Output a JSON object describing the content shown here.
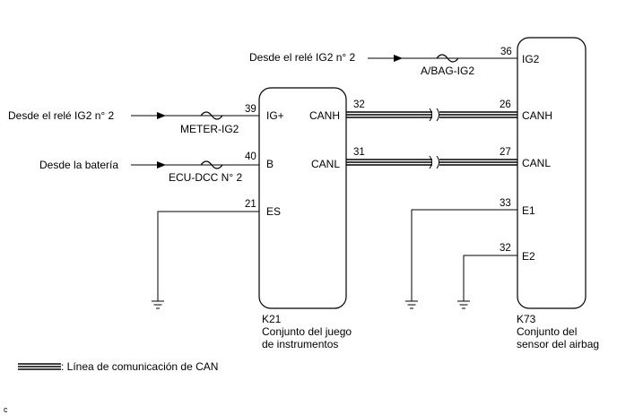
{
  "sources": {
    "ig2_relay_top": "Desde el relé IG2 n° 2",
    "ig2_relay_left": "Desde el relé IG2 n° 2",
    "battery": "Desde la batería"
  },
  "fuses": {
    "abag_ig2": "A/BAG-IG2",
    "meter_ig2": "METER-IG2",
    "ecu_dcc": "ECU-DCC N° 2"
  },
  "k21": {
    "code": "K21",
    "desc_line1": "Conjunto del juego",
    "desc_line2": "de instrumentos",
    "terminals": {
      "ig_plus": {
        "pin": "39",
        "label": "IG+"
      },
      "b": {
        "pin": "40",
        "label": "B"
      },
      "es": {
        "pin": "21",
        "label": "ES"
      },
      "canh": {
        "pin": "32",
        "label": "CANH"
      },
      "canl": {
        "pin": "31",
        "label": "CANL"
      }
    }
  },
  "k73": {
    "code": "K73",
    "desc_line1": "Conjunto del",
    "desc_line2": "sensor del airbag",
    "terminals": {
      "ig2": {
        "pin": "36",
        "label": "IG2"
      },
      "canh": {
        "pin": "26",
        "label": "CANH"
      },
      "canl": {
        "pin": "27",
        "label": "CANL"
      },
      "e1": {
        "pin": "33",
        "label": "E1"
      },
      "e2": {
        "pin": "32",
        "label": "E2"
      }
    }
  },
  "legend": {
    "can_line": ": Línea de comunicación de CAN"
  },
  "corner_mark": "c"
}
